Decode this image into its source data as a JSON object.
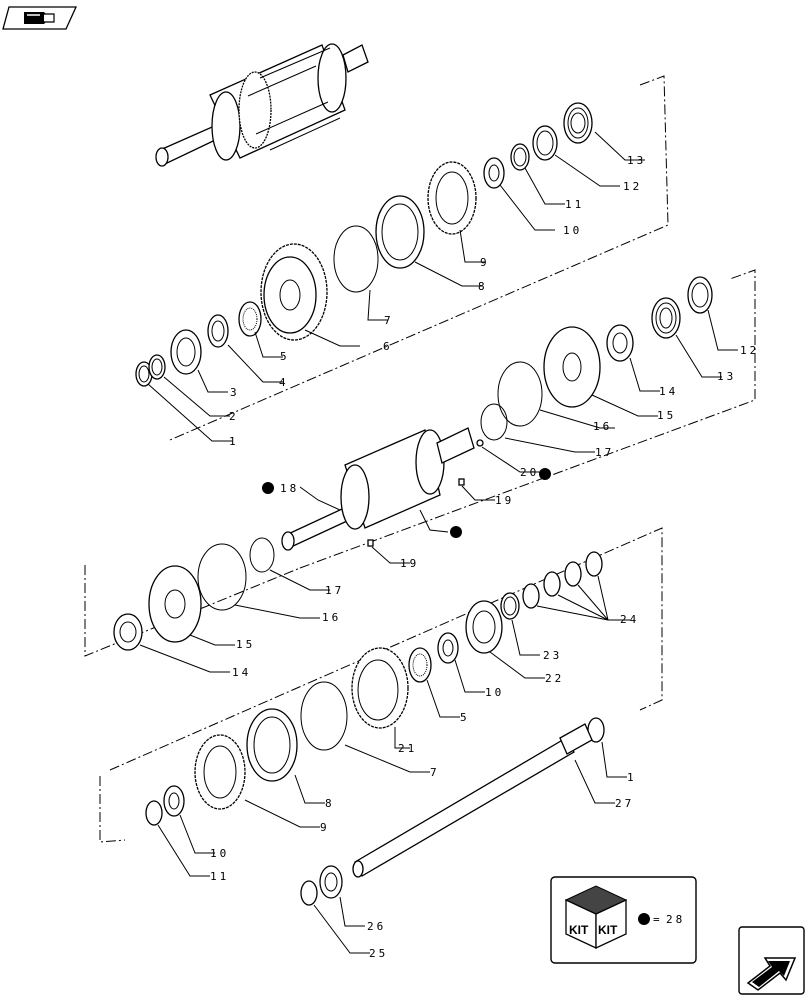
{
  "callouts": [
    {
      "id": "c13a",
      "text": "13"
    },
    {
      "id": "c12a",
      "text": "12"
    },
    {
      "id": "c11a",
      "text": "11"
    },
    {
      "id": "c10a",
      "text": "10"
    },
    {
      "id": "c9a",
      "text": "9"
    },
    {
      "id": "c8a",
      "text": "8"
    },
    {
      "id": "c7a",
      "text": "7"
    },
    {
      "id": "c6",
      "text": "6"
    },
    {
      "id": "c5a",
      "text": "5"
    },
    {
      "id": "c4",
      "text": "4"
    },
    {
      "id": "c3",
      "text": "3"
    },
    {
      "id": "c2",
      "text": "2"
    },
    {
      "id": "c1a",
      "text": "1"
    },
    {
      "id": "c12b",
      "text": "12"
    },
    {
      "id": "c13b",
      "text": "13"
    },
    {
      "id": "c14a",
      "text": "14"
    },
    {
      "id": "c15a",
      "text": "15"
    },
    {
      "id": "c16a",
      "text": "16"
    },
    {
      "id": "c17a",
      "text": "17"
    },
    {
      "id": "c20",
      "text": "20"
    },
    {
      "id": "c18",
      "text": "18"
    },
    {
      "id": "c19a",
      "text": "19"
    },
    {
      "id": "c19b",
      "text": "19"
    },
    {
      "id": "c17b",
      "text": "17"
    },
    {
      "id": "c16b",
      "text": "16"
    },
    {
      "id": "c15b",
      "text": "15"
    },
    {
      "id": "c14b",
      "text": "14"
    },
    {
      "id": "c24",
      "text": "24"
    },
    {
      "id": "c23",
      "text": "23"
    },
    {
      "id": "c22",
      "text": "22"
    },
    {
      "id": "c10b",
      "text": "10"
    },
    {
      "id": "c5b",
      "text": "5"
    },
    {
      "id": "c21",
      "text": "21"
    },
    {
      "id": "c7b",
      "text": "7"
    },
    {
      "id": "c8b",
      "text": "8"
    },
    {
      "id": "c9b",
      "text": "9"
    },
    {
      "id": "c10c",
      "text": "10"
    },
    {
      "id": "c11b",
      "text": "11"
    },
    {
      "id": "c1b",
      "text": "1"
    },
    {
      "id": "c27",
      "text": "27"
    },
    {
      "id": "c26",
      "text": "26"
    },
    {
      "id": "c25",
      "text": "25"
    }
  ],
  "kit": {
    "box_text_left": "KIT",
    "box_text_right": "KIT",
    "equals": "=",
    "number": "28"
  },
  "icons": {
    "top_left": "wrench-book-icon",
    "bottom_right": "next-page-arrow-icon"
  }
}
